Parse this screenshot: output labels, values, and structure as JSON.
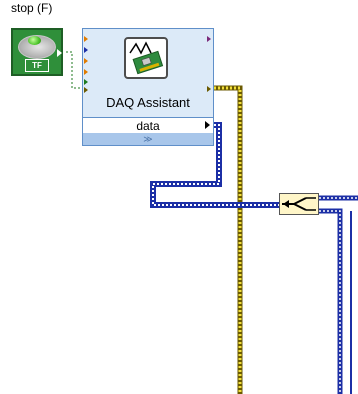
{
  "stop_control": {
    "label": "stop (F)",
    "badge": "TF"
  },
  "daq_assistant": {
    "title": "DAQ Assistant",
    "output_label": "data",
    "expander_glyph": "≫"
  },
  "merge_signals": {
    "icon": "merge-signals-icon"
  },
  "colors": {
    "boolean_wire": "#1f7a1f",
    "error_wire": "#c8b400",
    "dynamic_data_wire": "#1c2fa6",
    "node_fill": "#dceaf8",
    "node_border": "#5f8fc9"
  }
}
